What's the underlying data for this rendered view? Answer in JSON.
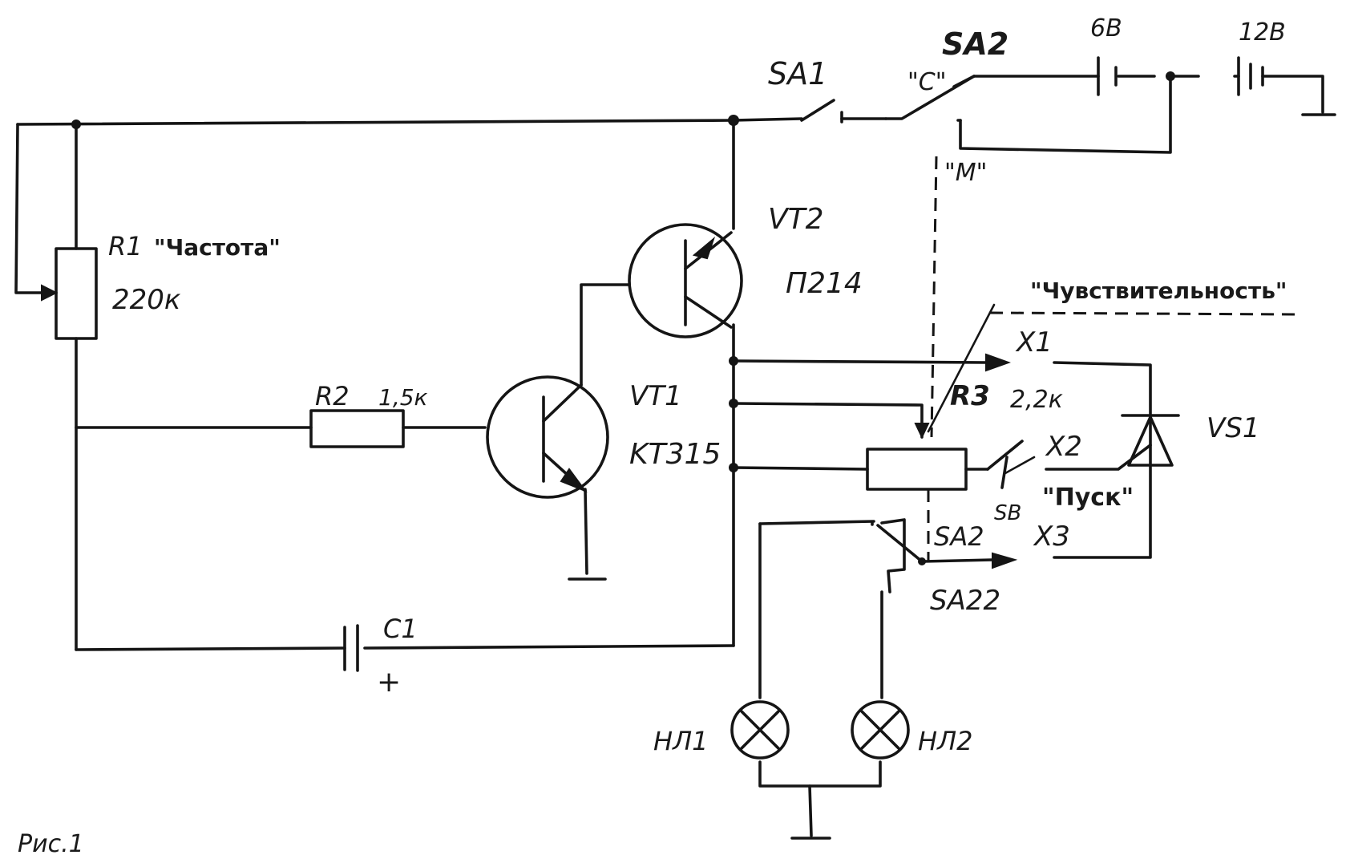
{
  "labels": {
    "sa2_top": "SA2",
    "c_pos": "\"C\"",
    "m_pos": "\"M\"",
    "bat1": "6B",
    "bat2": "12B",
    "sa1": "SA1",
    "r1": "R1",
    "r1_name": "\"Частота\"",
    "r1_value": "220к",
    "vt2": "VT2",
    "vt2_type": "П214",
    "vt1": "VT1",
    "vt1_type": "KT315",
    "r2": "R2",
    "r2_value": "1,5к",
    "sensitivity": "\"Чувствительность\"",
    "x1": "X1",
    "r3": "R3",
    "r3_value": "2,2к",
    "x2": "X2",
    "vs1": "VS1",
    "pusk": "\"Пуск\"",
    "sb": "SB",
    "sa2_lower": "SA2",
    "x3": "X3",
    "sa22": "SA22",
    "c1": "C1",
    "c1_plus": "+",
    "hl1": "HЛ1",
    "hl2": "HЛ2",
    "caption": "Рис.1"
  }
}
